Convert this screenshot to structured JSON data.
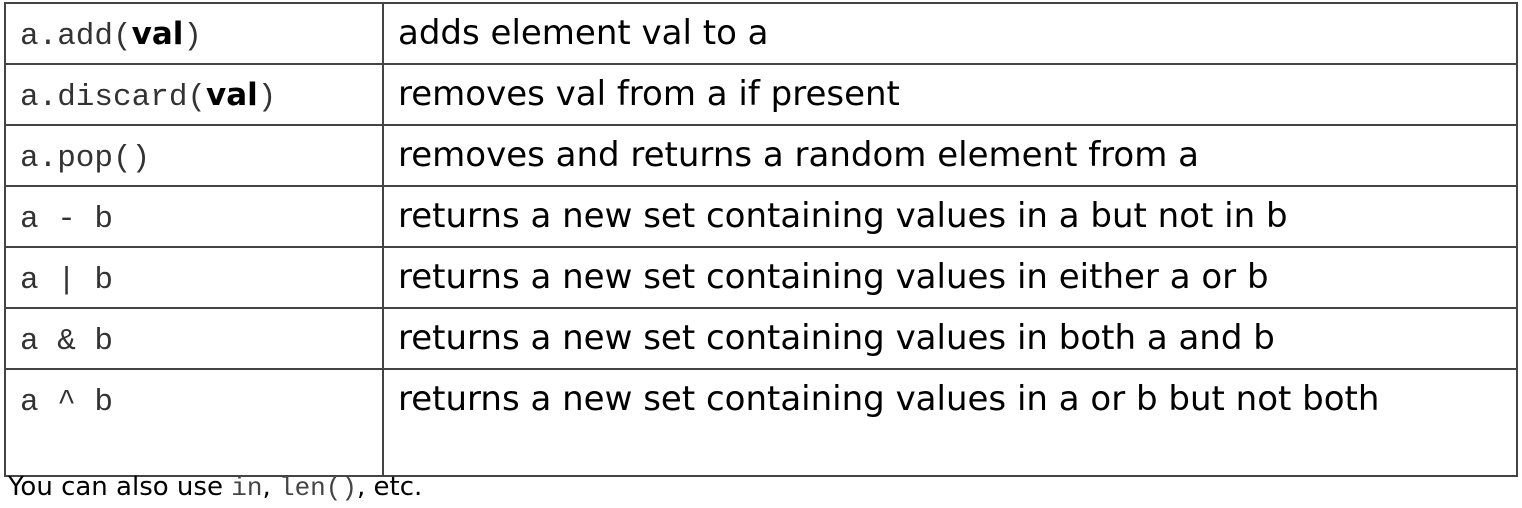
{
  "table": {
    "rows": [
      {
        "code_prefix": "a.add(",
        "code_arg": "val",
        "code_suffix": ")",
        "description": "adds element val to a"
      },
      {
        "code_prefix": "a.discard(",
        "code_arg": "val",
        "code_suffix": ")",
        "description": "removes val from a if present"
      },
      {
        "code_prefix": "a.pop()",
        "code_arg": "",
        "code_suffix": "",
        "description": "removes and returns a random element from a"
      },
      {
        "code_prefix": "a - b",
        "code_arg": "",
        "code_suffix": "",
        "description": "returns a new set containing values in a but not in b"
      },
      {
        "code_prefix": "a | b",
        "code_arg": "",
        "code_suffix": "",
        "description": "returns a new set containing values in either a or b"
      },
      {
        "code_prefix": "a & b",
        "code_arg": "",
        "code_suffix": "",
        "description": "returns a new set containing values in both a and b"
      },
      {
        "code_prefix": "a ^ b",
        "code_arg": "",
        "code_suffix": "",
        "description": "returns a new set containing values in a or b but not both"
      }
    ]
  },
  "footnote": {
    "text_before": "You can also use ",
    "code_in": "in",
    "separator": ", ",
    "code_len": "len()",
    "text_after": ", etc."
  }
}
